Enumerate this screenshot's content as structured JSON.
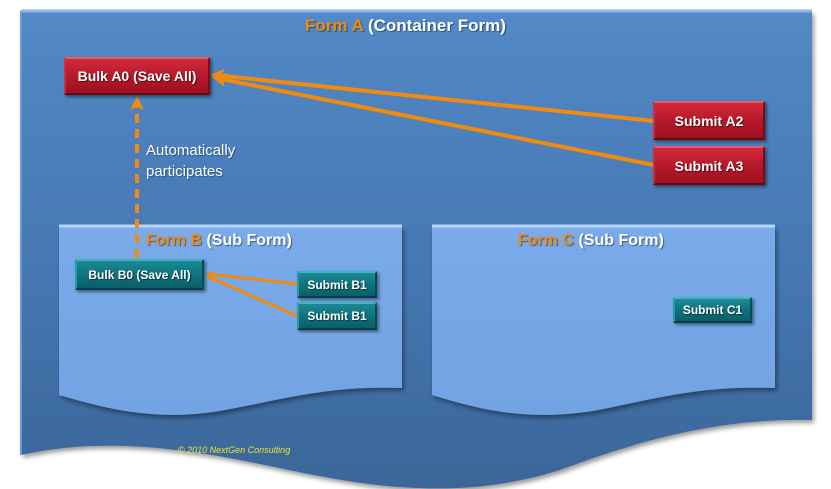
{
  "colors": {
    "outer_form": "#4a7fba",
    "outer_form_dark": "#3a6698",
    "sub_form": "#75a6e6",
    "arrow": "#f08a10",
    "red_button": "#b81b2c",
    "teal_button": "#117580",
    "copyright_text": "#e6e634"
  },
  "form_a": {
    "title_accent": "Form A",
    "title_rest": " (Container Form)",
    "bulk_button": "Bulk A0 (Save All)",
    "submit_buttons": [
      "Submit A2",
      "Submit A3"
    ]
  },
  "annotation": {
    "line1": "Automatically",
    "line2": "participates"
  },
  "form_b": {
    "title_accent": "Form B",
    "title_rest": " (Sub Form)",
    "bulk_button": "Bulk B0 (Save All)",
    "submit_buttons": [
      "Submit B1",
      "Submit B1"
    ]
  },
  "form_c": {
    "title_accent": "Form C",
    "title_rest": " (Sub Form)",
    "submit_buttons": [
      "Submit C1"
    ]
  },
  "copyright": "© 2010 NextGen Consulting"
}
